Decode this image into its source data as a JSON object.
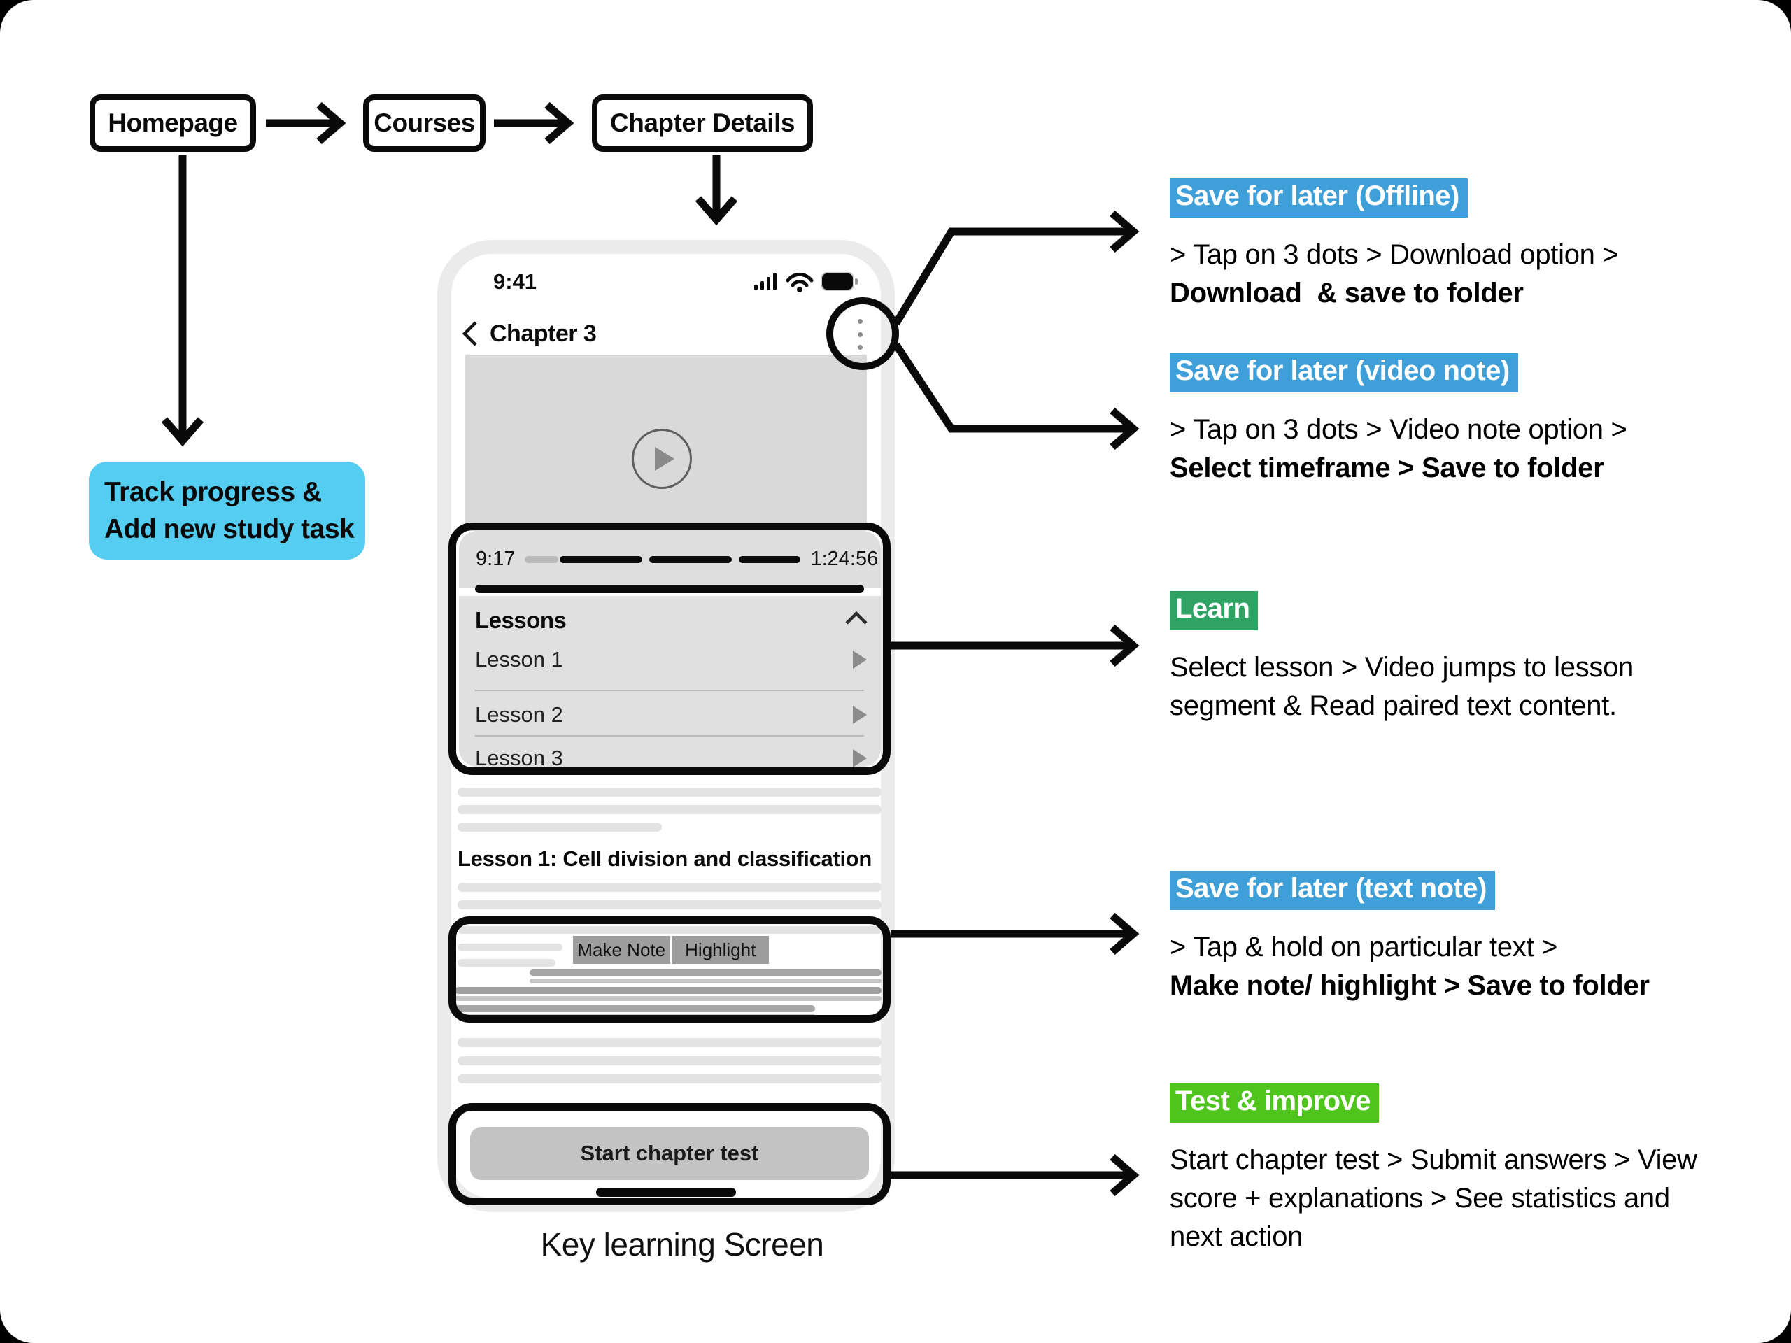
{
  "flowchart": {
    "nodes": [
      "Homepage",
      "Courses",
      "Chapter Details"
    ],
    "callout_line1": "Track progress &",
    "callout_line2": "Add new study task"
  },
  "phone": {
    "status_time": "9:41",
    "nav_title": "Chapter 3",
    "player_elapsed": "9:17",
    "player_duration": "1:24:56",
    "lessons_title": "Lessons",
    "lesson_items": [
      "Lesson 1",
      "Lesson 2",
      "Lesson 3"
    ],
    "content_heading": "Lesson 1: Cell division and classification",
    "popup_make_note": "Make Note",
    "popup_highlight": "Highlight",
    "test_button": "Start chapter test",
    "caption": "Key learning Screen"
  },
  "annotations": {
    "offline": {
      "tag": "Save for later (Offline)",
      "line1": "> Tap on 3 dots > Download option >",
      "line2": "Download  & save to folder"
    },
    "video_note": {
      "tag": "Save for later (video note)",
      "line1": "> Tap on 3 dots > Video note option >",
      "line2": "Select timeframe > Save to folder"
    },
    "learn": {
      "tag": "Learn",
      "line1": "Select lesson > Video jumps to lesson",
      "line2": "segment & Read paired text content."
    },
    "text_note": {
      "tag": "Save for later (text note)",
      "line1": "> Tap & hold on particular text >",
      "line2": "Make note/ highlight > Save to folder"
    },
    "test": {
      "tag": "Test & improve",
      "line1": "Start chapter test > Submit answers > View",
      "line2": "score + explanations > See statistics and",
      "line3": "next action"
    }
  },
  "colors": {
    "tag_blue": "#3F9FD9",
    "learn_green": "#2FA364",
    "test_green": "#4FC41D",
    "callout_blue": "#54CDF0"
  }
}
